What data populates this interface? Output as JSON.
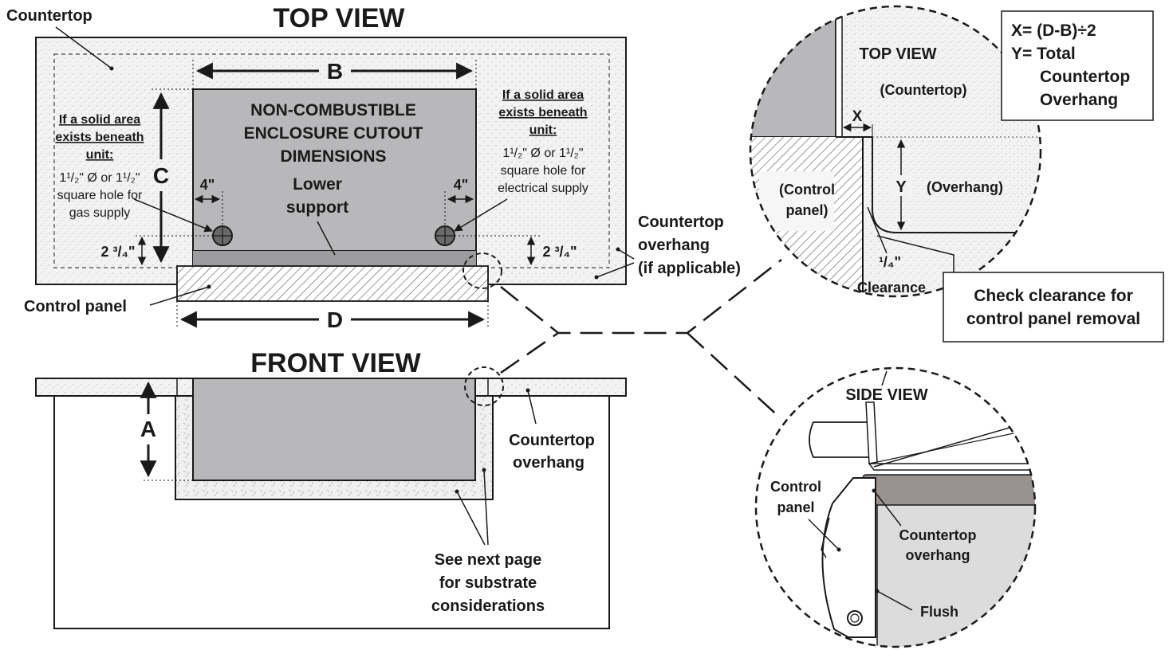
{
  "top_view": {
    "title": "TOP VIEW",
    "countertop": "Countertop",
    "dim_b": "B",
    "dim_c": "C",
    "dim_d": "D",
    "enclosure": [
      "NON-COMBUSTIBLE",
      "ENCLOSURE CUTOUT",
      "DIMENSIONS"
    ],
    "lower_support": [
      "Lower",
      "support"
    ],
    "left_note_title": [
      "If a solid area",
      "exists beneath",
      "unit:"
    ],
    "left_note_body": [
      "1¹/₂\" Ø or 1¹/₂\"",
      "square hole for",
      "gas supply"
    ],
    "right_note_title": [
      "If a solid area",
      "exists beneath",
      "unit:"
    ],
    "right_note_body": [
      "1¹/₂\" Ø or 1¹/₂\"",
      "square hole for",
      "electrical supply"
    ],
    "four_in_left": "4\"",
    "four_in_right": "4\"",
    "height_left": "2 ³/₄\"",
    "height_right": "2 ³/₄\"",
    "control_panel": "Control panel",
    "overhang_note": [
      "Countertop",
      "overhang",
      "(if applicable)"
    ]
  },
  "front_view": {
    "title": "FRONT VIEW",
    "dim_a": "A",
    "overhang": [
      "Countertop",
      "overhang"
    ],
    "substrate": [
      "See next page",
      "for substrate",
      "considerations"
    ]
  },
  "detail_top": {
    "title": "TOP VIEW",
    "countertop": "(Countertop)",
    "x": "X",
    "y": "Y",
    "overhang": "(Overhang)",
    "control_panel": [
      "(Control",
      "panel)"
    ],
    "clearance_frac": "¹/₄\"",
    "clearance": "Clearance",
    "check_box": [
      "Check clearance for",
      "control panel removal"
    ]
  },
  "formula": [
    "X= (D-B)÷2",
    "Y= Total",
    "Countertop",
    "Overhang"
  ],
  "detail_side": {
    "title": "SIDE VIEW",
    "control_panel": [
      "Control",
      "panel"
    ],
    "overhang": [
      "Countertop",
      "overhang"
    ],
    "flush": "Flush"
  },
  "colors": {
    "enclosure": "#b8b8ba",
    "stipple": "#ececec",
    "line": "#1a1a1a",
    "overhang_bar": "#9a9290"
  }
}
